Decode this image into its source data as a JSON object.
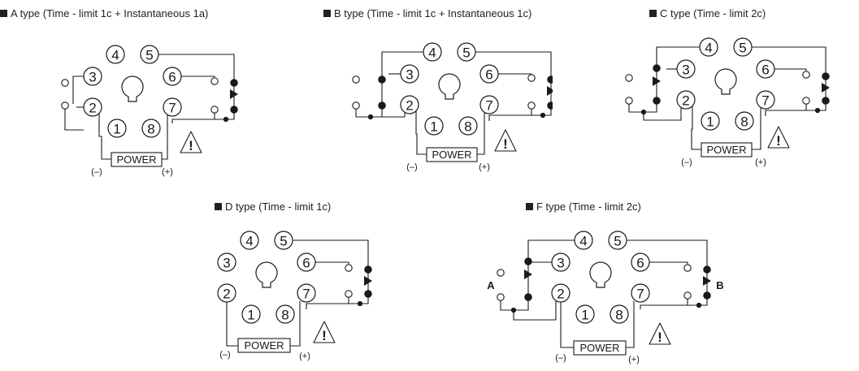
{
  "diagrams": [
    {
      "id": "a",
      "title": "A type (Time - limit 1c + Instantaneous 1a)",
      "pins": [
        "1",
        "2",
        "3",
        "4",
        "5",
        "6",
        "7",
        "8"
      ],
      "power": "POWER",
      "neg": "(–)",
      "pos": "(+)",
      "contacts": {
        "left": "instantaneous-1a",
        "right": "time-limit-1c"
      }
    },
    {
      "id": "b",
      "title": "B type (Time - limit 1c + Instantaneous 1c)",
      "pins": [
        "1",
        "2",
        "3",
        "4",
        "5",
        "6",
        "7",
        "8"
      ],
      "power": "POWER",
      "neg": "(–)",
      "pos": "(+)",
      "contacts": {
        "left": "instantaneous-1c",
        "right": "time-limit-1c"
      }
    },
    {
      "id": "c",
      "title": "C type (Time - limit 2c)",
      "pins": [
        "1",
        "2",
        "3",
        "4",
        "5",
        "6",
        "7",
        "8"
      ],
      "power": "POWER",
      "neg": "(–)",
      "pos": "(+)",
      "contacts": {
        "left": "time-limit-1c",
        "right": "time-limit-1c"
      }
    },
    {
      "id": "d",
      "title": "D type (Time - limit 1c)",
      "pins": [
        "1",
        "2",
        "3",
        "4",
        "5",
        "6",
        "7",
        "8"
      ],
      "power": "POWER",
      "neg": "(–)",
      "pos": "(+)",
      "contacts": {
        "left": "none",
        "right": "time-limit-1c"
      }
    },
    {
      "id": "f",
      "title": "F type (Time - limit 2c)",
      "pins": [
        "1",
        "2",
        "3",
        "4",
        "5",
        "6",
        "7",
        "8"
      ],
      "power": "POWER",
      "neg": "(–)",
      "pos": "(+)",
      "labelA": "A",
      "labelB": "B",
      "contacts": {
        "left": "time-limit-1c",
        "right": "time-limit-1c"
      }
    }
  ],
  "warning_symbol": "!",
  "colors": {
    "line": "#1a1a1a",
    "background": "#ffffff"
  }
}
